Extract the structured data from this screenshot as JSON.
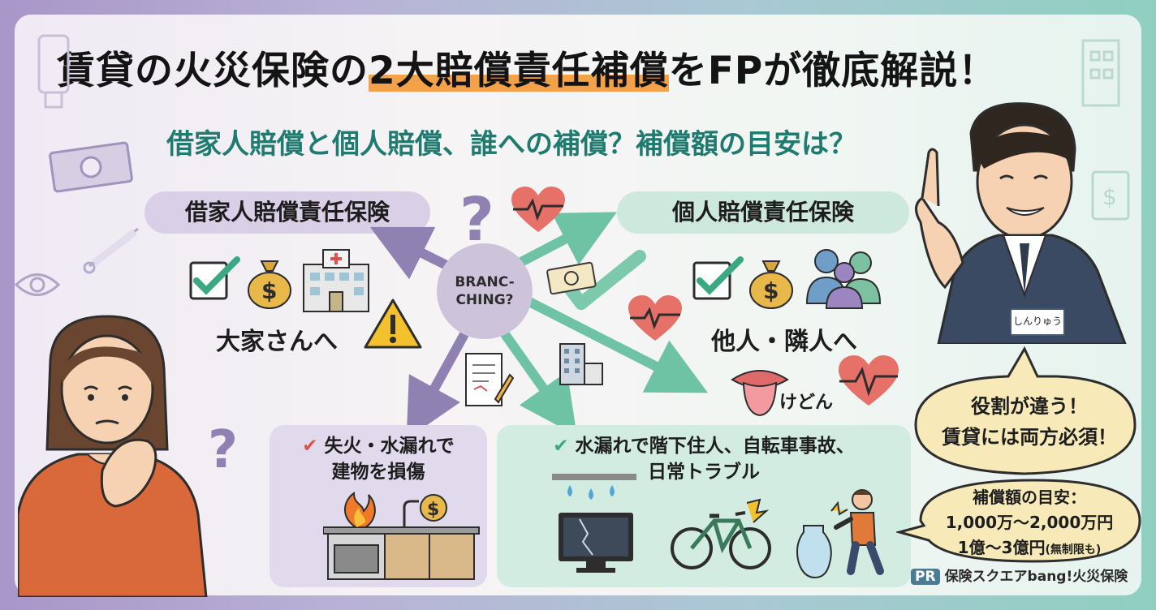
{
  "title": {
    "before": "賃貸の火災保険の",
    "highlight": "2大賠償責任補償",
    "after": "をFPが徹底解説！"
  },
  "subtitle": "借家人賠償と個人賠償、誰への補償？補償額の目安は？",
  "left": {
    "heading": "借家人賠償責任保険",
    "target": "大家さんへ",
    "case": [
      "失火・水漏れで",
      "建物を損傷"
    ]
  },
  "right": {
    "heading": "個人賠償責任保険",
    "target": "他人・隣人へ",
    "case": [
      "水漏れで階下住人、自転車事故、",
      "日常トラブル"
    ],
    "extra_label": "けどん"
  },
  "center": {
    "branch_line1": "BRANC-",
    "branch_line2": "CHING?"
  },
  "bubble_role": {
    "line1": "役割が違う！",
    "line2": "賃貸には両方必須！"
  },
  "bubble_amount": {
    "title": "補償額の目安：",
    "line1": "1,000万〜2,000万円",
    "line2": "1億〜3億円",
    "line2_note": "(無制限も)"
  },
  "footer": {
    "pr": "PR",
    "text": "保険スクエアbang!火災保険"
  },
  "name_badge": "しんりゅう",
  "icons": {
    "check": "check-icon",
    "money": "money-bag-icon",
    "building": "hospital-building-icon",
    "warning": "warning-icon",
    "people": "people-icon",
    "heart": "heart-rate-icon",
    "fire": "fire-icon",
    "tv": "broken-tv-icon",
    "bicycle": "bicycle-icon",
    "vase": "vase-icon",
    "document": "document-icon"
  },
  "colors": {
    "purple": "#8f82b3",
    "green": "#3aa883",
    "teal": "#1f7a70",
    "orange": "#f4a24a",
    "red": "#d9534f"
  }
}
